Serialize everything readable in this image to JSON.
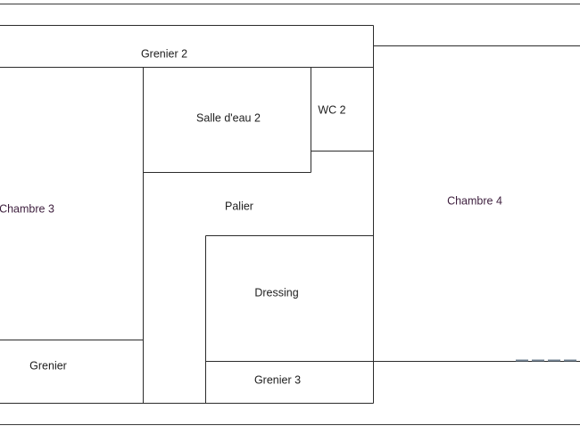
{
  "plan": {
    "rooms": [
      {
        "id": "grenier-2",
        "label": "Grenier 2"
      },
      {
        "id": "salle-deau-2",
        "label": "Salle d'eau 2"
      },
      {
        "id": "wc-2",
        "label": "WC 2"
      },
      {
        "id": "chambre-3",
        "label": "Chambre 3"
      },
      {
        "id": "palier",
        "label": "Palier"
      },
      {
        "id": "chambre-4",
        "label": "Chambre 4"
      },
      {
        "id": "dressing",
        "label": "Dressing"
      },
      {
        "id": "grenier",
        "label": "Grenier"
      },
      {
        "id": "grenier-3",
        "label": "Grenier 3"
      }
    ]
  }
}
